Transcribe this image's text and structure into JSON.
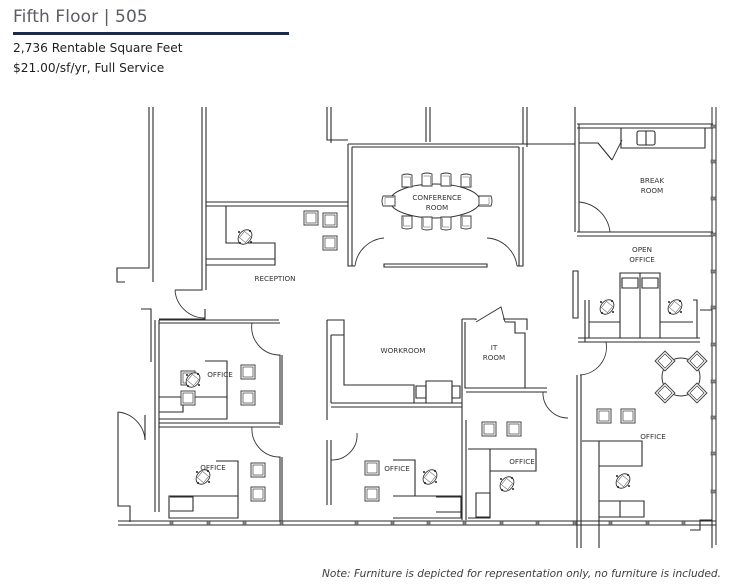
{
  "header": {
    "title": "Fifth Floor | 505",
    "rentable_area": "2,736 Rentable Square Feet",
    "rate": "$21.00/sf/yr, Full Service",
    "rule_color": "#1c2b4a",
    "title_color": "#5a5d63"
  },
  "floorplan": {
    "rooms": {
      "conference_line1": "CONFERENCE",
      "conference_line2": "ROOM",
      "break_line1": "BREAK",
      "break_line2": "ROOM",
      "open_office_line1": "OPEN",
      "open_office_line2": "OFFICE",
      "reception": "RECEPTION",
      "workroom": "WORKROOM",
      "it_line1": "IT",
      "it_line2": "ROOM",
      "office_left_upper": "OFFICE",
      "office_left_lower": "OFFICE",
      "office_center_lower": "OFFICE",
      "office_it_lower": "OFFICE",
      "office_corner": "OFFICE"
    }
  },
  "footer": {
    "note": "Note:  Furniture is depicted for representation only, no furniture is included."
  }
}
